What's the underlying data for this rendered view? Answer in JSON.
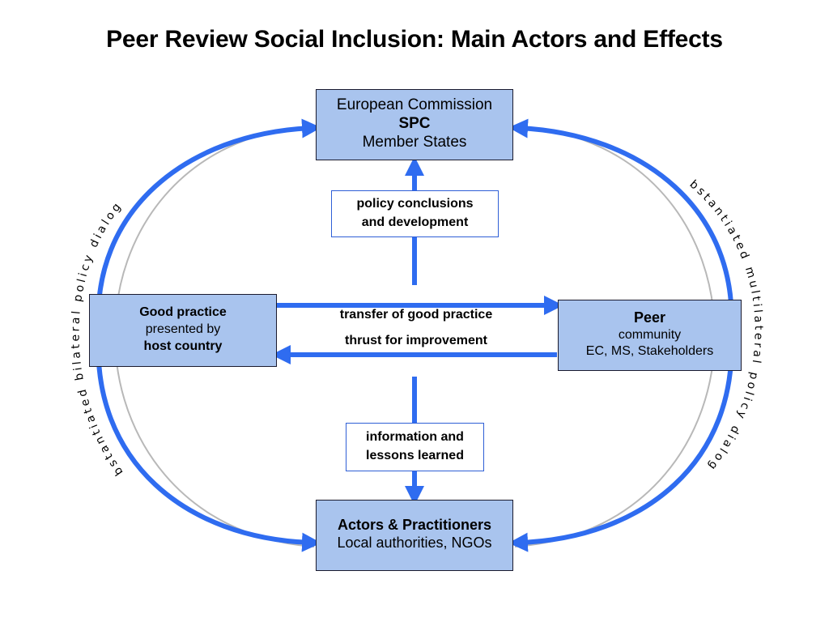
{
  "title": "Peer Review Social Inclusion: Main Actors and Effects",
  "boxes": {
    "top": {
      "line1": "European Commission",
      "line2": "SPC",
      "line3": "Member States"
    },
    "left": {
      "line1": "Good practice",
      "line2": "presented by",
      "line3": "host country"
    },
    "right": {
      "line1": "Peer",
      "line2": "community",
      "line3": "EC, MS, Stakeholders"
    },
    "bottom": {
      "line1": "Actors & Practitioners",
      "line2": "Local authorities, NGOs"
    }
  },
  "labels": {
    "upper": {
      "line1": "policy conclusions",
      "line2": "and development"
    },
    "lower": {
      "line1": "information and",
      "line2": "lessons learned"
    },
    "transfer": "transfer of good practice",
    "thrust": "thrust for improvement"
  },
  "arc_texts": {
    "left": "substantiated bilateral policy dialogue",
    "right": "substantiated multilateral policy dialogue"
  },
  "colors": {
    "arrow": "#2f6cf0",
    "box_fill": "#a9c4ee",
    "label_border": "#2f5fd6"
  }
}
